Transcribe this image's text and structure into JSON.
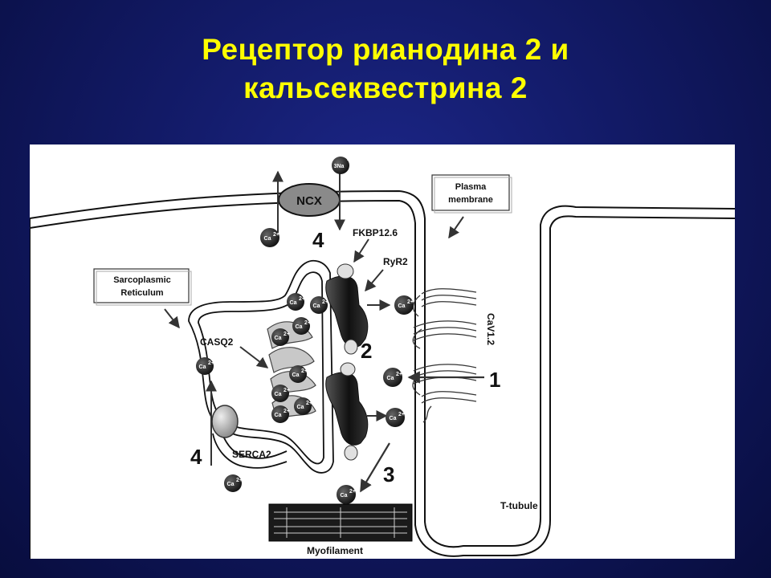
{
  "slide": {
    "title_line1": "Рецептор рианодина 2 и",
    "title_line2": "кальсеквестрина 2"
  },
  "diagram": {
    "labels": {
      "ncx": "NCX",
      "na": "3Na",
      "na_charge": "+",
      "plasma_membrane_line1": "Plasma",
      "plasma_membrane_line2": "membrane",
      "fkbp": "FKBP12.6",
      "ryr2": "RyR2",
      "sr_line1": "Sarcoplasmic",
      "sr_line2": "Reticulum",
      "casq2": "CASQ2",
      "serca2": "SERCA2",
      "cav": "CaV1.2",
      "t_tubule": "T-tubule",
      "myofilament": "Myofilament",
      "ion": "Ca",
      "ion_charge": "2+"
    },
    "steps": {
      "step1": "1",
      "step2": "2",
      "step3": "3",
      "step4_top": "4",
      "step4_left": "4"
    },
    "colors": {
      "title": "#ffff00",
      "background": "#121a66",
      "panel": "#ffffff",
      "ion_fill": "#2a2a2a",
      "membrane": "#111111"
    }
  }
}
